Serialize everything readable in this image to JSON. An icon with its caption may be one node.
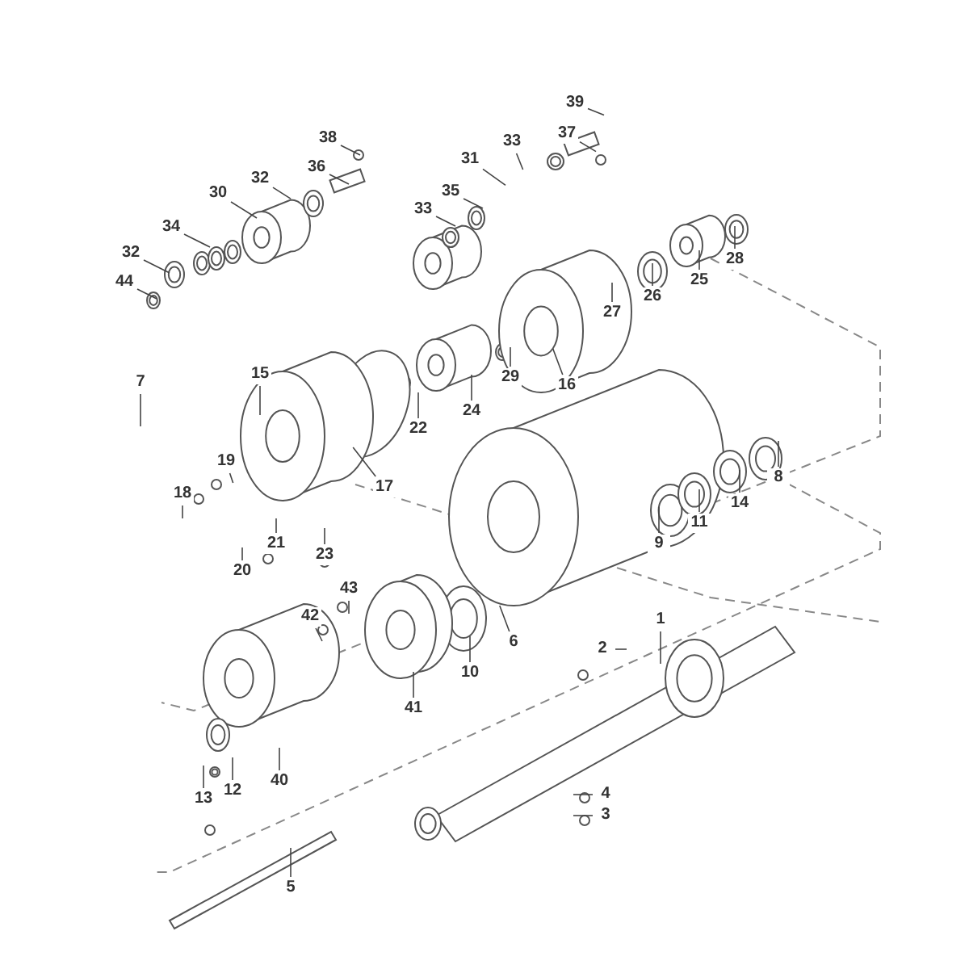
{
  "diagram": {
    "nodes": [
      {
        "text": [
          "1"
        ]
      },
      {
        "text": [
          "2"
        ]
      },
      {
        "text": [
          "3"
        ]
      },
      {
        "text": [
          "4"
        ]
      },
      {
        "text": [
          "5"
        ]
      },
      {
        "text": [
          "6"
        ]
      },
      {
        "text": [
          "7"
        ]
      },
      {
        "text": [
          "8"
        ]
      },
      {
        "text": [
          "9"
        ]
      },
      {
        "text": [
          "10"
        ]
      },
      {
        "text": [
          "11"
        ]
      },
      {
        "text": [
          "12"
        ]
      },
      {
        "text": [
          "13"
        ]
      },
      {
        "text": [
          "14"
        ]
      },
      {
        "text": [
          "15"
        ]
      },
      {
        "text": [
          "16"
        ]
      },
      {
        "text": [
          "17"
        ]
      },
      {
        "text": [
          "18"
        ]
      },
      {
        "text": [
          "19"
        ]
      },
      {
        "text": [
          "20"
        ]
      },
      {
        "text": [
          "21"
        ]
      },
      {
        "text": [
          "22"
        ]
      },
      {
        "text": [
          "23"
        ]
      },
      {
        "text": [
          "24"
        ]
      },
      {
        "text": [
          "25"
        ]
      },
      {
        "text": [
          "26"
        ]
      },
      {
        "text": [
          "27"
        ]
      },
      {
        "text": [
          "28"
        ]
      },
      {
        "text": [
          "29"
        ]
      },
      {
        "text": [
          "30"
        ]
      },
      {
        "text": [
          "31"
        ]
      },
      {
        "text": [
          "32"
        ]
      },
      {
        "text": [
          "32"
        ]
      },
      {
        "text": [
          "33"
        ]
      },
      {
        "text": [
          "33"
        ]
      },
      {
        "text": [
          "34"
        ]
      },
      {
        "text": [
          "35"
        ]
      },
      {
        "text": [
          "36"
        ]
      },
      {
        "text": [
          "37"
        ]
      },
      {
        "text": [
          "38"
        ]
      },
      {
        "text": [
          "39"
        ]
      },
      {
        "text": [
          "40"
        ]
      },
      {
        "text": [
          "41"
        ]
      },
      {
        "text": [
          "42"
        ]
      },
      {
        "text": [
          "43"
        ]
      },
      {
        "text": [
          "44"
        ]
      }
    ],
    "edges": [
      {
        "from": 0,
        "to": null,
        "arrow": "none"
      },
      {
        "from": 1,
        "to": null,
        "arrow": "none"
      },
      {
        "from": 2,
        "to": null,
        "arrow": "none"
      },
      {
        "from": 3,
        "to": null,
        "arrow": "none"
      },
      {
        "from": 4,
        "to": null,
        "arrow": "none"
      },
      {
        "from": 5,
        "to": null,
        "arrow": "none"
      },
      {
        "from": 6,
        "to": null,
        "arrow": "none"
      },
      {
        "from": 7,
        "to": null,
        "arrow": "none"
      },
      {
        "from": 8,
        "to": null,
        "arrow": "none"
      },
      {
        "from": 9,
        "to": null,
        "arrow": "none"
      },
      {
        "from": 10,
        "to": null,
        "arrow": "none"
      },
      {
        "from": 11,
        "to": null,
        "arrow": "none"
      },
      {
        "from": 12,
        "to": null,
        "arrow": "none"
      },
      {
        "from": 13,
        "to": null,
        "arrow": "none"
      },
      {
        "from": 14,
        "to": null,
        "arrow": "none"
      },
      {
        "from": 15,
        "to": null,
        "arrow": "none"
      },
      {
        "from": 16,
        "to": null,
        "arrow": "none"
      },
      {
        "from": 17,
        "to": null,
        "arrow": "none"
      },
      {
        "from": 18,
        "to": null,
        "arrow": "none"
      },
      {
        "from": 19,
        "to": null,
        "arrow": "none"
      },
      {
        "from": 20,
        "to": null,
        "arrow": "none"
      },
      {
        "from": 21,
        "to": null,
        "arrow": "none"
      },
      {
        "from": 22,
        "to": null,
        "arrow": "none"
      },
      {
        "from": 23,
        "to": null,
        "arrow": "none"
      },
      {
        "from": 24,
        "to": null,
        "arrow": "none"
      },
      {
        "from": 25,
        "to": null,
        "arrow": "none"
      },
      {
        "from": 26,
        "to": null,
        "arrow": "none"
      },
      {
        "from": 27,
        "to": null,
        "arrow": "none"
      },
      {
        "from": 28,
        "to": null,
        "arrow": "none"
      },
      {
        "from": 29,
        "to": null,
        "arrow": "none"
      },
      {
        "from": 30,
        "to": null,
        "arrow": "none"
      },
      {
        "from": 31,
        "to": null,
        "arrow": "none"
      },
      {
        "from": 32,
        "to": null,
        "arrow": "none"
      },
      {
        "from": 33,
        "to": null,
        "arrow": "none"
      },
      {
        "from": 34,
        "to": null,
        "arrow": "none"
      },
      {
        "from": 35,
        "to": null,
        "arrow": "none"
      },
      {
        "from": 36,
        "to": null,
        "arrow": "none"
      },
      {
        "from": 37,
        "to": null,
        "arrow": "none"
      },
      {
        "from": 38,
        "to": null,
        "arrow": "none"
      },
      {
        "from": 39,
        "to": null,
        "arrow": "none"
      },
      {
        "from": 40,
        "to": null,
        "arrow": "none"
      },
      {
        "from": 41,
        "to": null,
        "arrow": "none"
      },
      {
        "from": 42,
        "to": null,
        "arrow": "none"
      },
      {
        "from": 43,
        "to": null,
        "arrow": "none"
      },
      {
        "from": 44,
        "to": null,
        "arrow": "none"
      },
      {
        "from": 45,
        "to": null,
        "arrow": "none"
      }
    ]
  }
}
